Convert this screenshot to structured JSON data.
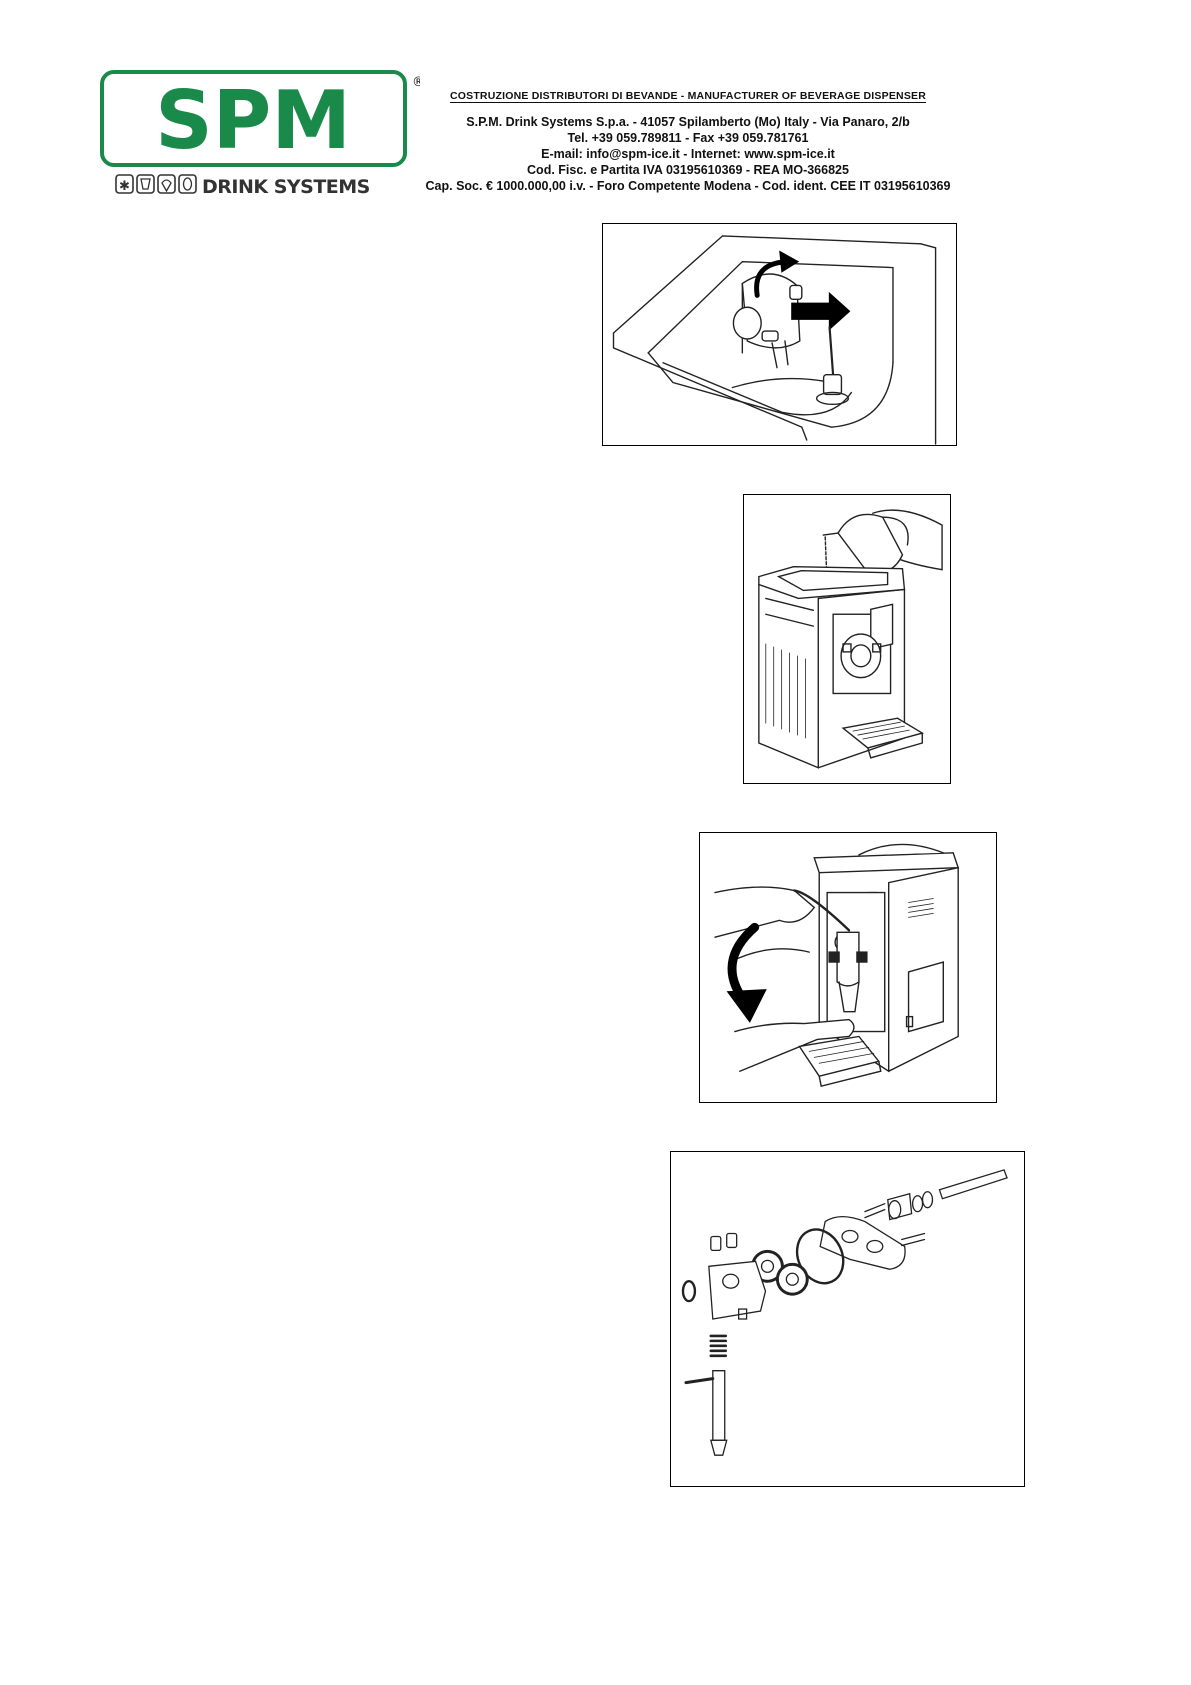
{
  "header": {
    "logo": {
      "brand": "SPM",
      "registered_mark": "®",
      "sub_brand": "DRINK SYSTEMS",
      "brand_color": "#1a8a4a"
    },
    "tagline": "COSTRUZIONE DISTRIBUTORI DI BEVANDE - MANUFACTURER OF BEVERAGE DISPENSER",
    "address_lines": [
      "S.P.M. Drink Systems S.p.a. - 41057 Spilamberto (Mo) Italy - Via Panaro, 2/b",
      "Tel. +39 059.789811 - Fax +39 059.781761",
      "E-mail: info@spm-ice.it - Internet: www.spm-ice.it",
      "Cod. Fisc. e Partita IVA 03195610369 - REA MO-366825",
      "Cap. Soc. € 1000.000,00 i.v. - Foro Competente Modena - Cod. ident. CEE IT 03195610369"
    ]
  },
  "figures": [
    {
      "subject": "tank-and-dispensing-head-removal",
      "icons": [
        "rotate-arrow-icon",
        "pull-arrow-icon"
      ]
    },
    {
      "subject": "pouring-product-into-machine",
      "icons": [
        "jug-icon"
      ]
    },
    {
      "subject": "lowering-tap-lever",
      "icons": [
        "curved-down-arrow-icon"
      ]
    },
    {
      "subject": "dispensing-head-exploded-view",
      "icons": [
        "gear-icon",
        "spring-icon",
        "o-ring-icon"
      ]
    }
  ]
}
